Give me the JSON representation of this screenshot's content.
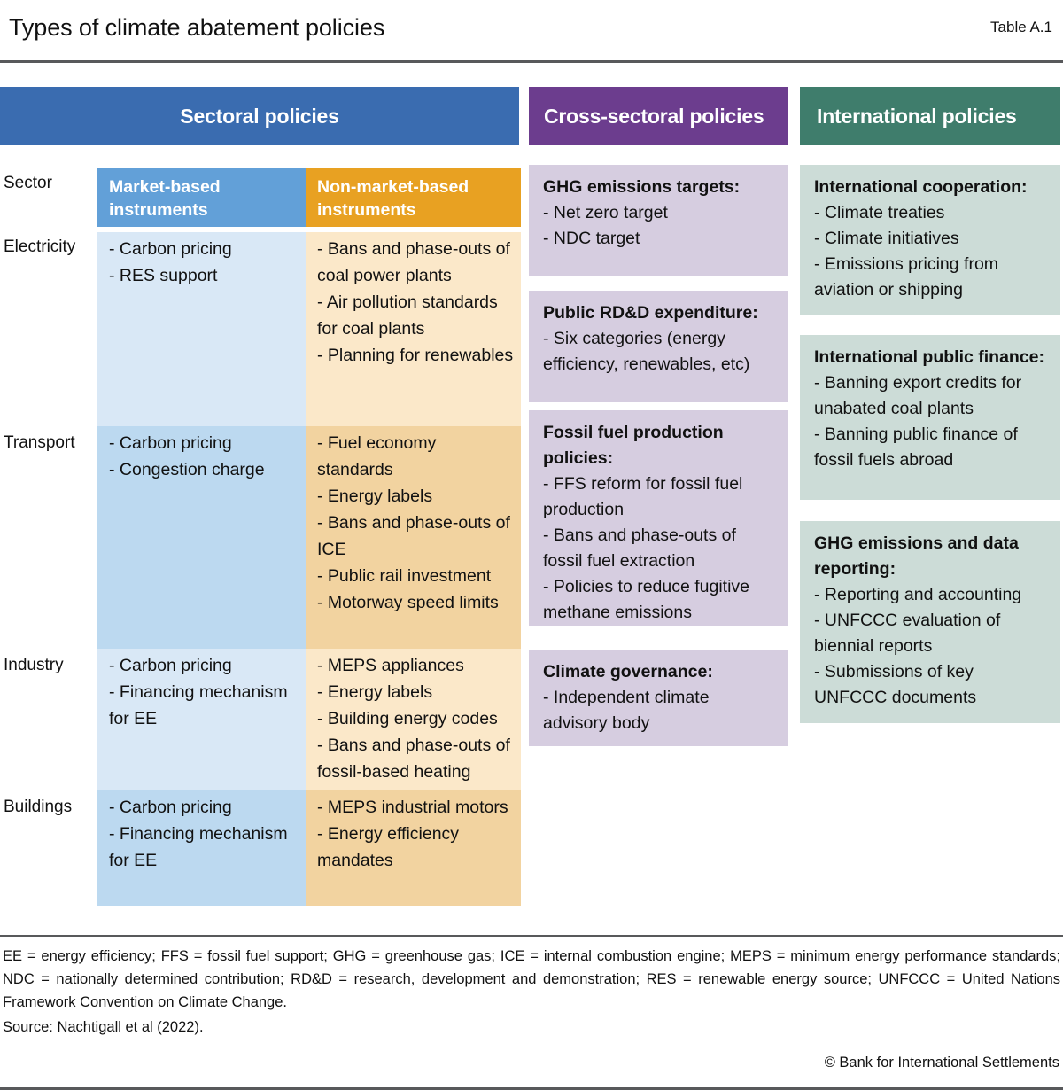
{
  "document": {
    "title": "Types of climate abatement policies",
    "table_number": "Table A.1"
  },
  "colors": {
    "sectoral_header": "#3a6cb0",
    "cross_sectoral_header": "#6c3d8e",
    "international_header": "#3f7d6c",
    "market_based_subheader": "#62a0d8",
    "non_market_based_subheader": "#e8a122",
    "market_based_cell_light": "#d9e8f6",
    "market_based_cell_dark": "#bcd9f0",
    "non_market_based_cell_light": "#fbe8c9",
    "non_market_based_cell_dark": "#f2d3a0",
    "cross_sectoral_box": "#d6cde0",
    "international_box": "#ccdcd7",
    "rule": "#58595b"
  },
  "headers": {
    "sectoral": "Sectoral policies",
    "cross_sectoral": "Cross-sectoral policies",
    "international": "International policies"
  },
  "sectoral": {
    "sector_column_label": "Sector",
    "subheaders": {
      "market_based": "Market-based instruments",
      "non_market_based": "Non-market-based instruments"
    },
    "rows": [
      {
        "sector": "Electricity",
        "market_based": "- Carbon pricing\n- RES support",
        "non_market_based": "- Bans and phase-outs of coal power plants\n- Air pollution standards for coal plants\n- Planning for renewables"
      },
      {
        "sector": "Transport",
        "market_based": "- Carbon pricing\n- Congestion charge",
        "non_market_based": "- Fuel economy standards\n- Energy labels\n- Bans and phase-outs of ICE\n- Public rail investment\n- Motorway speed limits"
      },
      {
        "sector": "Industry",
        "market_based": "- Carbon pricing\n- Financing mechanism for EE",
        "non_market_based": "- MEPS appliances\n- Energy labels\n- Building energy codes\n- Bans and phase-outs of fossil-based heating"
      },
      {
        "sector": "Buildings",
        "market_based": "- Carbon pricing\n- Financing mechanism for EE",
        "non_market_based": "- MEPS industrial motors\n- Energy efficiency mandates"
      }
    ]
  },
  "cross_sectoral": {
    "boxes": [
      {
        "heading": "GHG emissions targets:",
        "body": "- Net zero target\n- NDC target"
      },
      {
        "heading": "Public RD&D expenditure:",
        "body": "- Six categories (energy efficiency, renewables, etc)"
      },
      {
        "heading": "Fossil fuel production policies:",
        "body": "- FFS reform for fossil fuel production\n- Bans and phase-outs of fossil fuel extraction\n- Policies to reduce fugitive methane emissions"
      },
      {
        "heading": "Climate governance:",
        "body": "- Independent climate advisory body"
      }
    ]
  },
  "international": {
    "boxes": [
      {
        "heading": "International cooperation:",
        "body": "- Climate treaties\n- Climate initiatives\n- Emissions pricing from aviation or shipping"
      },
      {
        "heading": "International public finance:",
        "body": "- Banning export credits for unabated coal plants\n- Banning public finance of fossil fuels abroad"
      },
      {
        "heading": "GHG emissions and data reporting:",
        "body": "- Reporting and accounting\n- UNFCCC evaluation of biennial reports\n- Submissions of key UNFCCC documents"
      }
    ]
  },
  "footer": {
    "abbreviations": "EE = energy efficiency; FFS = fossil fuel support; GHG = greenhouse gas; ICE = internal combustion engine; MEPS = minimum energy performance standards; NDC = nationally determined contribution; RD&D = research, development and demonstration; RES = renewable energy source; UNFCCC = United Nations Framework Convention on Climate Change.",
    "source": "Source: Nachtigall et al (2022).",
    "copyright": "© Bank for International Settlements"
  }
}
